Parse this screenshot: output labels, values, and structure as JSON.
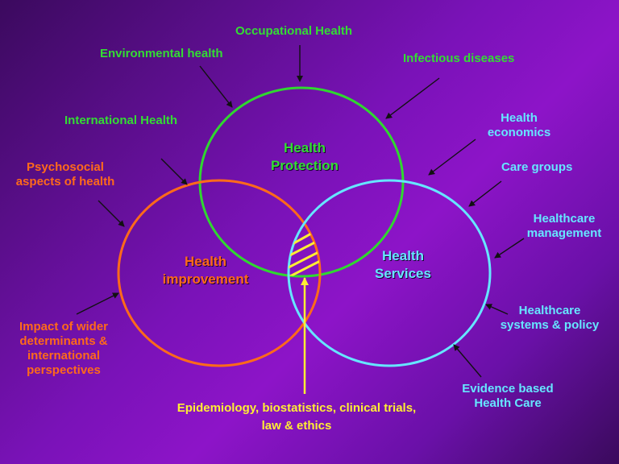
{
  "circles": {
    "protection": {
      "label_lines": [
        "Health",
        "Protection"
      ],
      "color": "#2fd82f"
    },
    "improvement": {
      "label_lines": [
        "Health",
        "improvement"
      ],
      "color": "#ff6a1a"
    },
    "services": {
      "label_lines": [
        "Health",
        "Services"
      ],
      "color": "#66e6ff"
    }
  },
  "labels": {
    "occupational": "Occupational Health",
    "environmental": "Environmental health",
    "infectious": "Infectious diseases",
    "international": "International Health",
    "psychosocial": [
      "Psychosocial",
      "aspects of health"
    ],
    "impact": [
      "Impact of wider",
      "determinants  &",
      "international",
      "perspectives"
    ],
    "economics": [
      "Health",
      "economics"
    ],
    "care_groups": "Care groups",
    "management": [
      "Healthcare",
      "management"
    ],
    "systems": [
      "Healthcare",
      "systems & policy"
    ],
    "evidence": [
      "Evidence based",
      "Health Care"
    ],
    "epidemiology": [
      "Epidemiology, biostatistics, clinical trials,",
      "law & ethics"
    ]
  },
  "colors": {
    "protection": "#33dd33",
    "improvement": "#ff6a1a",
    "services": "#66e6ff",
    "foundation": "#ffee33",
    "arrow": "#111111"
  }
}
